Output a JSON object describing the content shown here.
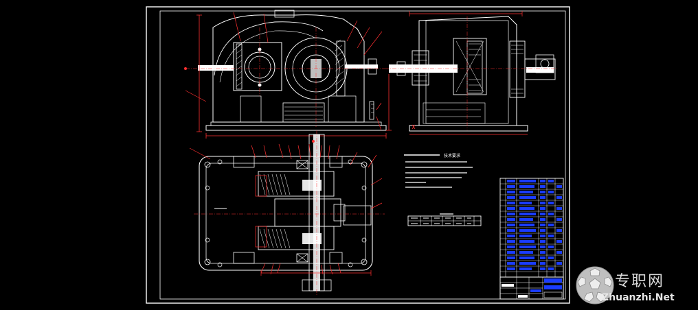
{
  "drawing": {
    "background_color": "#000000",
    "frame_color": "#ffffff",
    "line_colors": {
      "outline": "#ffffff",
      "dimension": "#ff3030",
      "centerline": "#ff3030",
      "part": "#ffffff",
      "label": "#ff3030",
      "table_fill": "#1a3cff",
      "cyan": "#38c8ff"
    },
    "views": [
      "front-view",
      "side-view",
      "top-view"
    ],
    "tech_requirements_title": "技术要求",
    "notes_count": 6
  },
  "watermark": {
    "chinese_text": "专职网",
    "english_text": "Zhuanzhi.Net",
    "logo_icon": "soccer-ball-logo-icon"
  }
}
